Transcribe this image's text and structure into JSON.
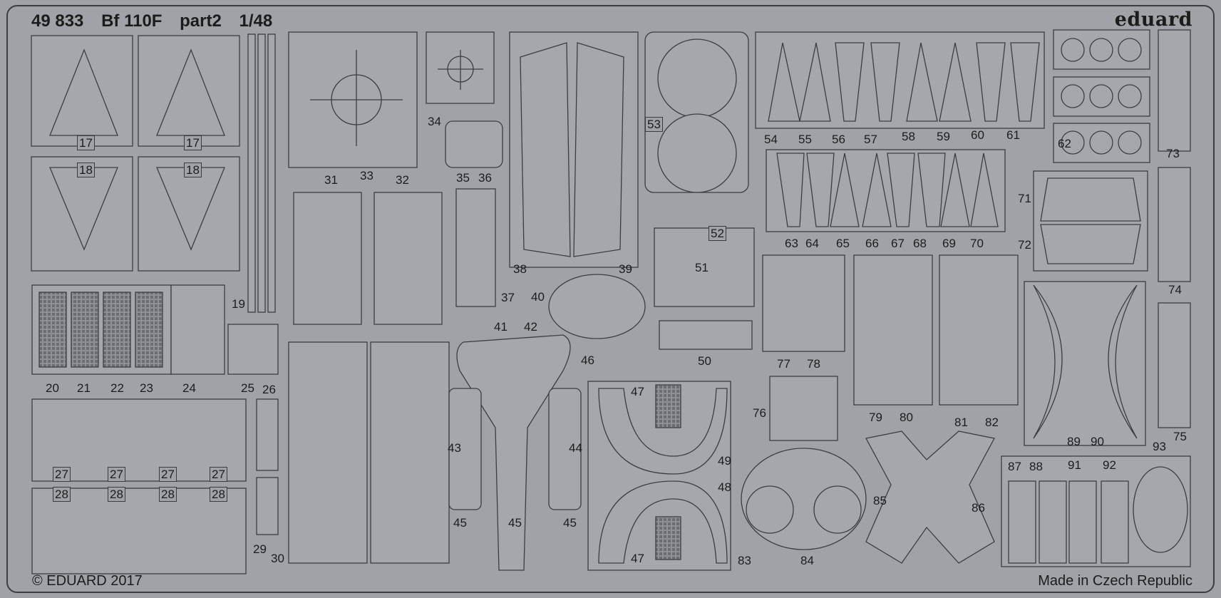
{
  "header": {
    "kit_number": "49 833",
    "model": "Bf 110F",
    "part": "part2",
    "scale": "1/48",
    "brand": "eduard"
  },
  "footer": {
    "copyright": "© EDUARD 2017",
    "origin": "Made in Czech Republic"
  },
  "part_labels": [
    "17",
    "17",
    "18",
    "18",
    "19",
    "20",
    "21",
    "22",
    "23",
    "24",
    "25",
    "26",
    "27",
    "27",
    "27",
    "27",
    "28",
    "28",
    "28",
    "28",
    "29",
    "30",
    "31",
    "32",
    "33",
    "34",
    "35",
    "36",
    "37",
    "38",
    "39",
    "40",
    "41",
    "42",
    "43",
    "44",
    "45",
    "45",
    "45",
    "46",
    "47",
    "47",
    "48",
    "49",
    "50",
    "51",
    "52",
    "53",
    "54",
    "55",
    "56",
    "57",
    "58",
    "59",
    "60",
    "61",
    "62",
    "63",
    "64",
    "65",
    "66",
    "67",
    "68",
    "69",
    "70",
    "71",
    "72",
    "73",
    "74",
    "75",
    "76",
    "77",
    "78",
    "79",
    "80",
    "81",
    "82",
    "83",
    "84",
    "85",
    "86",
    "87",
    "88",
    "89",
    "90",
    "91",
    "92",
    "93"
  ]
}
